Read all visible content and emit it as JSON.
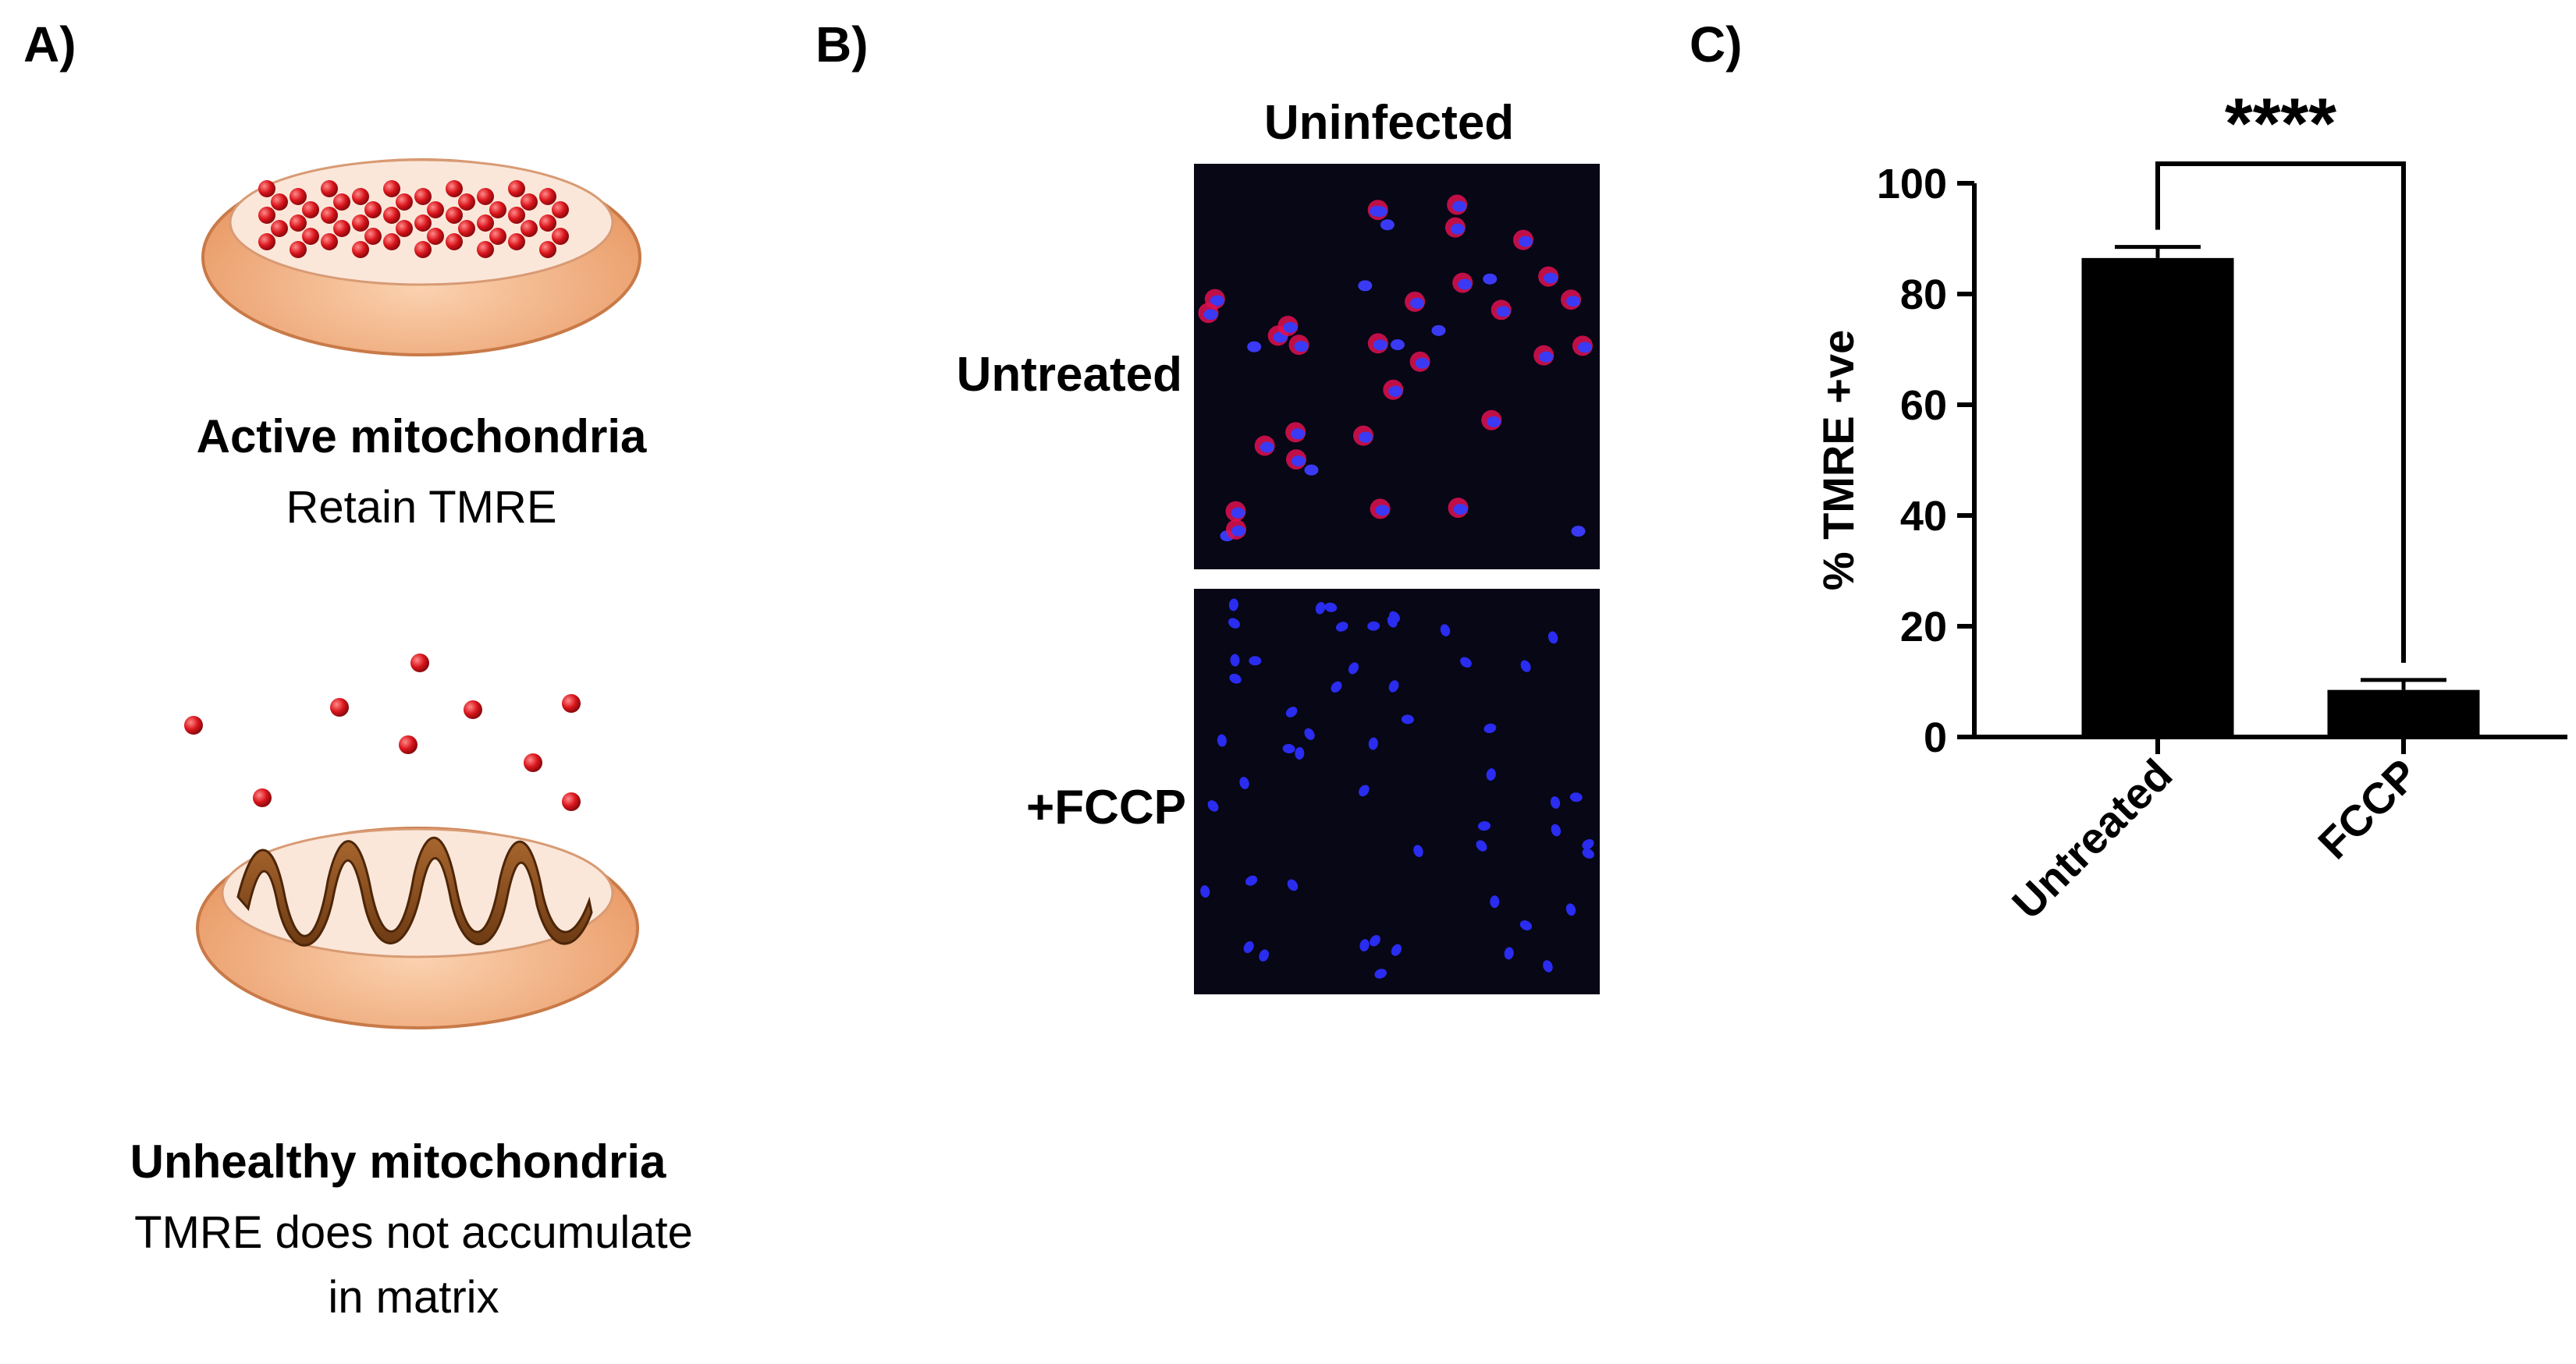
{
  "panel_a": {
    "label": "A)",
    "active_title": "Active mitochondria",
    "active_desc": "Retain TMRE",
    "unhealthy_title": "Unhealthy mitochondria",
    "unhealthy_desc_line1": "TMRE does not accumulate",
    "unhealthy_desc_line2": "in matrix"
  },
  "panel_b": {
    "label": "B)",
    "column_header": "Uninfected",
    "row1_label": "Untreated",
    "row2_label": "+FCCP"
  },
  "panel_c": {
    "label": "C)",
    "significance": "****"
  },
  "chart_data": {
    "type": "bar",
    "categories": [
      "Untreated",
      "FCCP"
    ],
    "values": [
      86.5,
      8.5
    ],
    "errors": [
      2.0,
      1.8
    ],
    "ylabel": "% TMRE +ve",
    "ylim": [
      0,
      100
    ],
    "yticks": [
      0,
      20,
      40,
      60,
      80,
      100
    ],
    "bar_color": "#000000",
    "grid": false
  },
  "colors": {
    "mito_outer": "#f3b58a",
    "cristae_active": "#e0141b",
    "cristae_unhealthy": "#8a4b1c",
    "tmre_dot": "#d5141a",
    "micrograph_bg": "#070716",
    "nucleus": "#2a2cf0"
  }
}
